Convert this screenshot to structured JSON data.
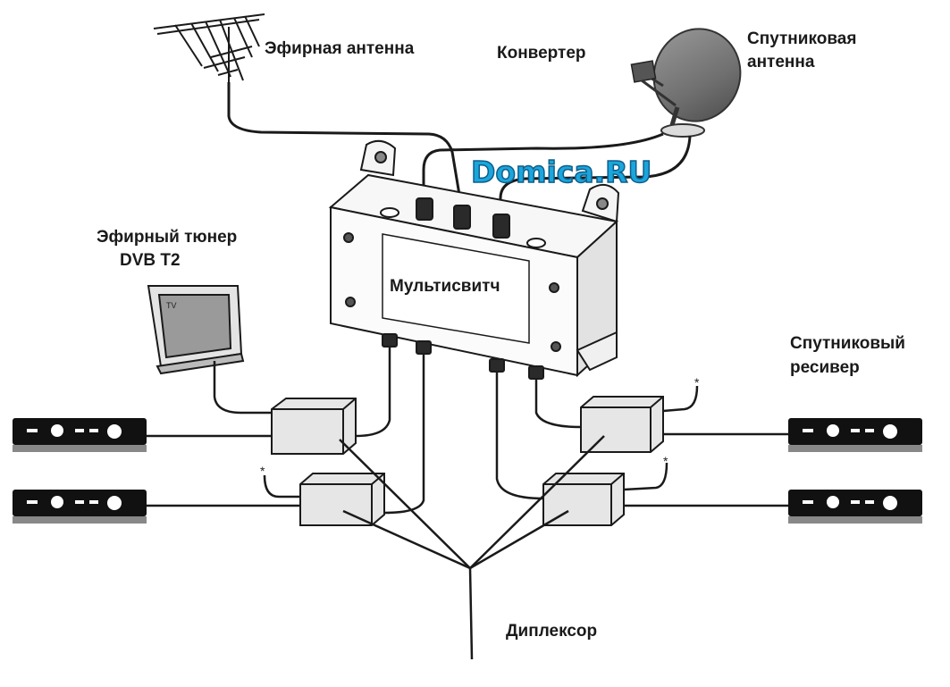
{
  "labels": {
    "terrestrial_antenna": "Эфирная антенна",
    "converter": "Конвертер",
    "satellite_antenna_line1": "Спутниковая",
    "satellite_antenna_line2": "антенна",
    "tuner_line1": "Эфирный тюнер",
    "tuner_line2": "DVB T2",
    "multiswitch": "Мультисвитч",
    "receiver_line1": "Спутниковый",
    "receiver_line2": "ресивер",
    "diplexer": "Диплексор",
    "tv_badge": "TV"
  },
  "watermark": "Domica.RU",
  "markers": {
    "asterisk": "*"
  },
  "colors": {
    "line": "#1a1a1a",
    "watermark": "#1aa6dc",
    "box_fill": "#e6e6e6"
  },
  "icons": [
    "antenna-icon",
    "satellite-dish-icon",
    "multiswitch-icon",
    "tv-icon",
    "receiver-icon",
    "diplexer-icon"
  ]
}
